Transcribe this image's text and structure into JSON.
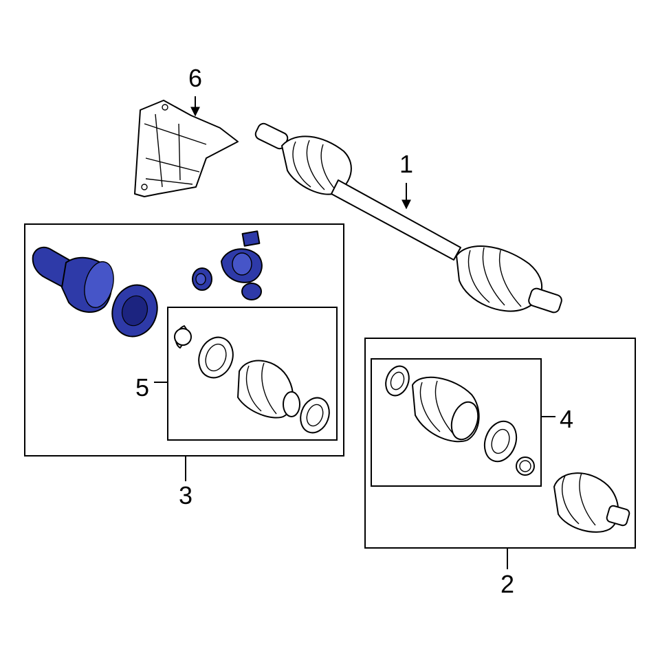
{
  "callouts": [
    {
      "id": "1",
      "label": "1"
    },
    {
      "id": "2",
      "label": "2"
    },
    {
      "id": "3",
      "label": "3"
    },
    {
      "id": "4",
      "label": "4"
    },
    {
      "id": "5",
      "label": "5"
    },
    {
      "id": "6",
      "label": "6"
    }
  ],
  "colors": {
    "highlight": "#2e3aa8",
    "line": "#000000",
    "background": "#ffffff"
  }
}
